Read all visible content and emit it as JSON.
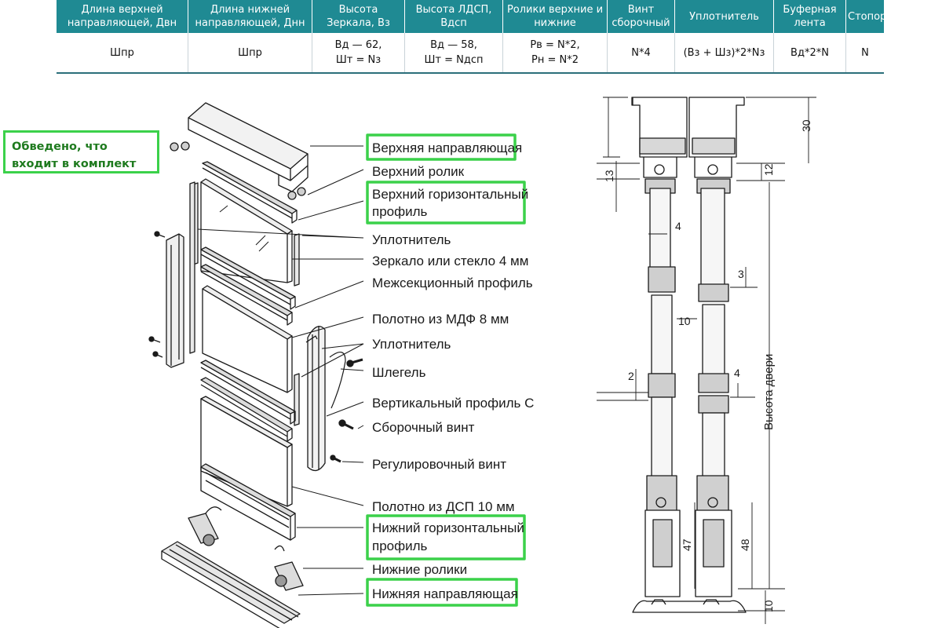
{
  "table": {
    "headers": [
      "Длина верхней направляющей, Двн",
      "Длина нижней направляющей, Днн",
      "Высота Зеркала, Вз",
      "Высота ЛДСП, Вдсп",
      "Ролики верхние и нижние",
      "Винт сборочный",
      "Уплотнитель",
      "Буферная лента",
      "Стопоры"
    ],
    "row": [
      "Шпр",
      "Шпр",
      "Вд — 62,\nШт = Nз",
      "Вд — 58,\nШт = Nдсп",
      "Рв = N*2,\nРн = N*2",
      "N*4",
      "(Вз + Шз)*2*Nз",
      "Вд*2*N",
      "N"
    ]
  },
  "note": "Обведено, что входит в комплект",
  "labels": {
    "top_guide": "Верхняя направляющая",
    "top_roller": "Верхний ролик",
    "top_horizontal_profile_1": "Верхний горизонтальный",
    "top_horizontal_profile_2": "профиль",
    "seal_1": "Уплотнитель",
    "mirror": "Зеркало или стекло 4 мм",
    "intersection_profile": "Межсекционный профиль",
    "mdf_panel": "Полотно из МДФ 8 мм",
    "seal_2": "Уплотнитель",
    "schlegel": "Шлегель",
    "vertical_profile": "Вертикальный профиль С",
    "assembly_screw": "Сборочный винт",
    "adjusting_screw": "Регулировочный винт",
    "chipboard_panel": "Полотно из ДСП 10 мм",
    "bottom_horizontal_profile_1": "Нижний горизонтальный",
    "bottom_horizontal_profile_2": "профиль",
    "bottom_rollers": "Нижние ролики",
    "bottom_guide": "Нижняя направляющая"
  },
  "dimensions": {
    "d30": "30",
    "d13": "13",
    "d12": "12",
    "d4a": "4",
    "d3": "3",
    "d10a": "10",
    "d2": "2",
    "d4b": "4",
    "door_height": "Высота двери",
    "d47": "47",
    "d48": "48",
    "d10b": "10"
  },
  "colors": {
    "header_bg": "#1f8a93",
    "highlight": "#3bd14a",
    "note_text": "#1e7a1e"
  }
}
